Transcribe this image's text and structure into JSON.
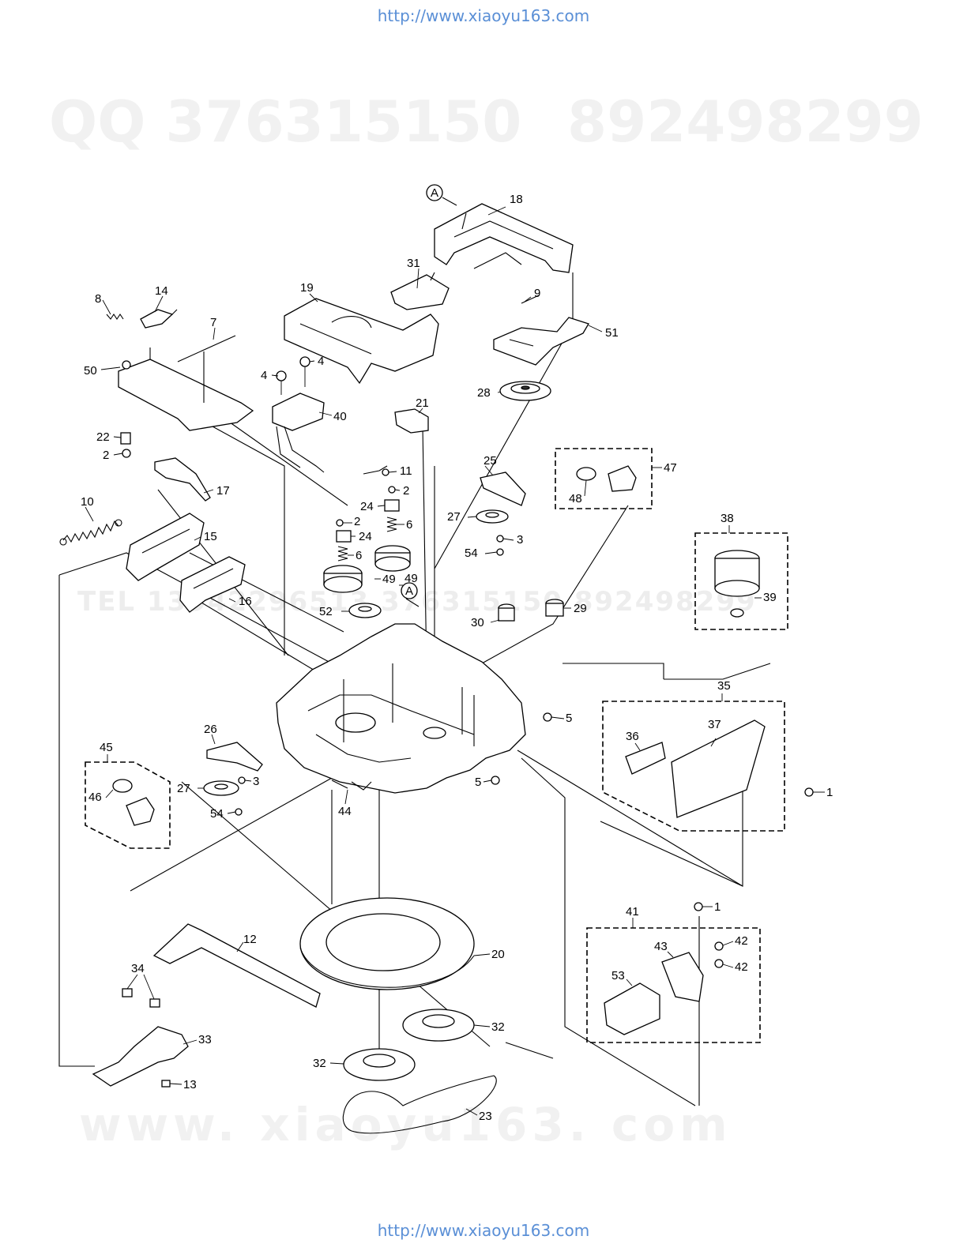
{
  "header": {
    "url": "http://www.xiaoyu163.com"
  },
  "footer": {
    "url": "http://www.xiaoyu163.com"
  },
  "watermarks": {
    "top_left": "QQ 376315150",
    "top_right": "892498299",
    "middle": "TEL 13942296513   376315150   892498299",
    "bottom": "www. xiaoyu163. com"
  },
  "diagram": {
    "ref_marker": "A",
    "labels": [
      {
        "id": "l18",
        "text": "18"
      },
      {
        "id": "l31",
        "text": "31"
      },
      {
        "id": "l19",
        "text": "19"
      },
      {
        "id": "l8",
        "text": "8"
      },
      {
        "id": "l14",
        "text": "14"
      },
      {
        "id": "l7",
        "text": "7"
      },
      {
        "id": "l9",
        "text": "9"
      },
      {
        "id": "l51",
        "text": "51"
      },
      {
        "id": "l50",
        "text": "50"
      },
      {
        "id": "l4a",
        "text": "4"
      },
      {
        "id": "l4b",
        "text": "4"
      },
      {
        "id": "l40",
        "text": "40"
      },
      {
        "id": "l28",
        "text": "28"
      },
      {
        "id": "l21",
        "text": "21"
      },
      {
        "id": "l22",
        "text": "22"
      },
      {
        "id": "l2a",
        "text": "2"
      },
      {
        "id": "l11",
        "text": "11"
      },
      {
        "id": "l2b",
        "text": "2"
      },
      {
        "id": "l25",
        "text": "25"
      },
      {
        "id": "l47",
        "text": "47"
      },
      {
        "id": "l10",
        "text": "10"
      },
      {
        "id": "l17",
        "text": "17"
      },
      {
        "id": "l24a",
        "text": "24"
      },
      {
        "id": "l48",
        "text": "48"
      },
      {
        "id": "l27a",
        "text": "27"
      },
      {
        "id": "l2c",
        "text": "2"
      },
      {
        "id": "l6a",
        "text": "6"
      },
      {
        "id": "l38",
        "text": "38"
      },
      {
        "id": "l15",
        "text": "15"
      },
      {
        "id": "l24b",
        "text": "24"
      },
      {
        "id": "l3a",
        "text": "3"
      },
      {
        "id": "l54a",
        "text": "54"
      },
      {
        "id": "l6b",
        "text": "6"
      },
      {
        "id": "l49a",
        "text": "49"
      },
      {
        "id": "l39",
        "text": "39"
      },
      {
        "id": "l49b",
        "text": "49"
      },
      {
        "id": "l16",
        "text": "16"
      },
      {
        "id": "l52",
        "text": "52"
      },
      {
        "id": "l30",
        "text": "30"
      },
      {
        "id": "l29",
        "text": "29"
      },
      {
        "id": "l35",
        "text": "35"
      },
      {
        "id": "l37",
        "text": "37"
      },
      {
        "id": "l36",
        "text": "36"
      },
      {
        "id": "l5a",
        "text": "5"
      },
      {
        "id": "l26",
        "text": "26"
      },
      {
        "id": "l45",
        "text": "45"
      },
      {
        "id": "l46",
        "text": "46"
      },
      {
        "id": "l27b",
        "text": "27"
      },
      {
        "id": "l3b",
        "text": "3"
      },
      {
        "id": "l54b",
        "text": "54"
      },
      {
        "id": "l44",
        "text": "44"
      },
      {
        "id": "l5b",
        "text": "5"
      },
      {
        "id": "l1a",
        "text": "1"
      },
      {
        "id": "l1b",
        "text": "1"
      },
      {
        "id": "l41",
        "text": "41"
      },
      {
        "id": "l42a",
        "text": "42"
      },
      {
        "id": "l43",
        "text": "43"
      },
      {
        "id": "l42b",
        "text": "42"
      },
      {
        "id": "l53",
        "text": "53"
      },
      {
        "id": "l12",
        "text": "12"
      },
      {
        "id": "l20",
        "text": "20"
      },
      {
        "id": "l34",
        "text": "34"
      },
      {
        "id": "l33",
        "text": "33"
      },
      {
        "id": "l32a",
        "text": "32"
      },
      {
        "id": "l32b",
        "text": "32"
      },
      {
        "id": "l13",
        "text": "13"
      },
      {
        "id": "l23",
        "text": "23"
      }
    ]
  }
}
